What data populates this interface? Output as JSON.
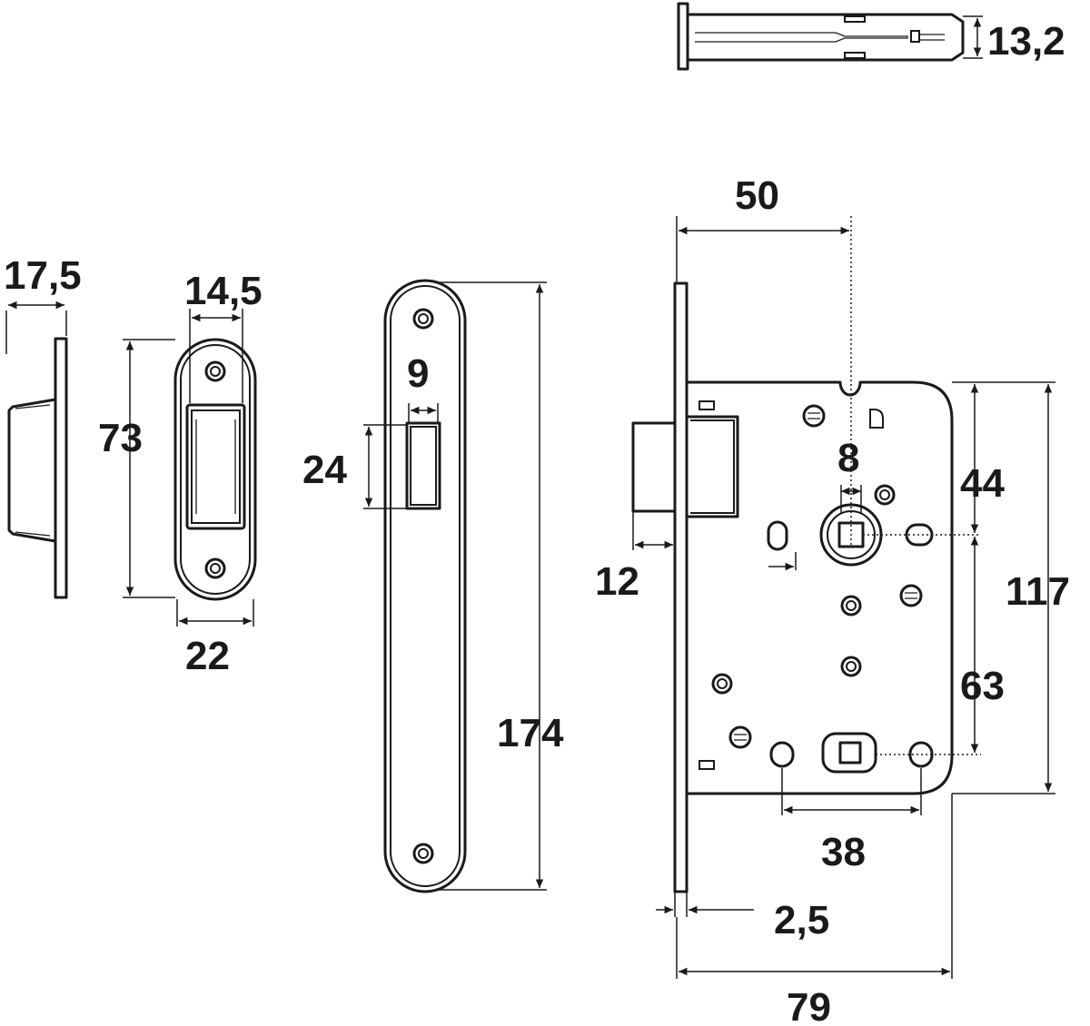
{
  "dimensions": {
    "cylinder_thickness": "13,2",
    "strike_depth": "17,5",
    "strike_inner_width": "14,5",
    "strike_height": "73",
    "strike_width": "22",
    "faceplate_slot_width": "9",
    "faceplate_slot_height": "24",
    "faceplate_length": "174",
    "backset": "50",
    "latch_projection": "12",
    "spindle_size": "8",
    "spindle_offset_top": "44",
    "body_height": "117",
    "spindle_to_lower_distance": "63",
    "fixing_hole_spacing": "38",
    "faceplate_thickness": "2,5",
    "body_width": "79"
  }
}
